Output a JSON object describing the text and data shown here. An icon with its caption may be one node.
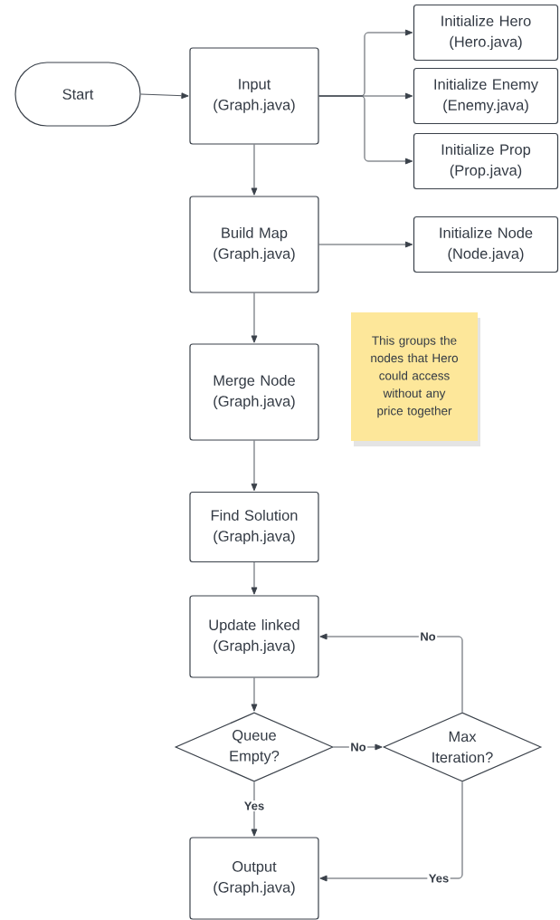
{
  "diagram": {
    "nodes": [
      {
        "text": [
          "Start"
        ]
      },
      {
        "text": [
          "Input (Graph.java)"
        ]
      },
      {
        "text": [
          "Initialize Hero (Hero.java)"
        ]
      },
      {
        "text": [
          "Initialize Enemy (Enemy.java)"
        ]
      },
      {
        "text": [
          "Initialize Prop (Prop.java)"
        ]
      },
      {
        "text": [
          "Build Map (Graph.java)"
        ]
      },
      {
        "text": [
          "Initialize Node (Node.java)"
        ]
      },
      {
        "text": [
          "This groups the nodes that Hero could access without any price together"
        ]
      },
      {
        "text": [
          "Merge Node (Graph.java)"
        ]
      },
      {
        "text": [
          "Find Solution (Graph.java)"
        ]
      },
      {
        "text": [
          "Update linked (Graph.java)"
        ]
      },
      {
        "text": [
          "Queue Empty?"
        ]
      },
      {
        "text": [
          "Max Iteration?"
        ]
      },
      {
        "text": [
          "Output (Graph.java)"
        ]
      }
    ],
    "edges": [
      {
        "from": 0,
        "to": 1,
        "arrow": "to"
      },
      {
        "from": 1,
        "to": 2,
        "arrow": "to"
      },
      {
        "from": 1,
        "to": 3,
        "arrow": "to"
      },
      {
        "from": 1,
        "to": 4,
        "arrow": "to"
      },
      {
        "from": 1,
        "to": 5,
        "arrow": "to"
      },
      {
        "from": 5,
        "to": 6,
        "arrow": "to"
      },
      {
        "from": 5,
        "to": 8,
        "arrow": "to"
      },
      {
        "from": 8,
        "to": 9,
        "arrow": "to"
      },
      {
        "from": 9,
        "to": 10,
        "arrow": "to"
      },
      {
        "from": 10,
        "to": 11,
        "arrow": "to"
      },
      {
        "from": 11,
        "to": 12,
        "arrow": "to",
        "label": "No"
      },
      {
        "from": 12,
        "to": 10,
        "arrow": "to",
        "label": "No"
      },
      {
        "from": 11,
        "to": 13,
        "arrow": "to",
        "label": "Yes"
      },
      {
        "from": 12,
        "to": 13,
        "arrow": "to",
        "label": "Yes"
      }
    ]
  }
}
